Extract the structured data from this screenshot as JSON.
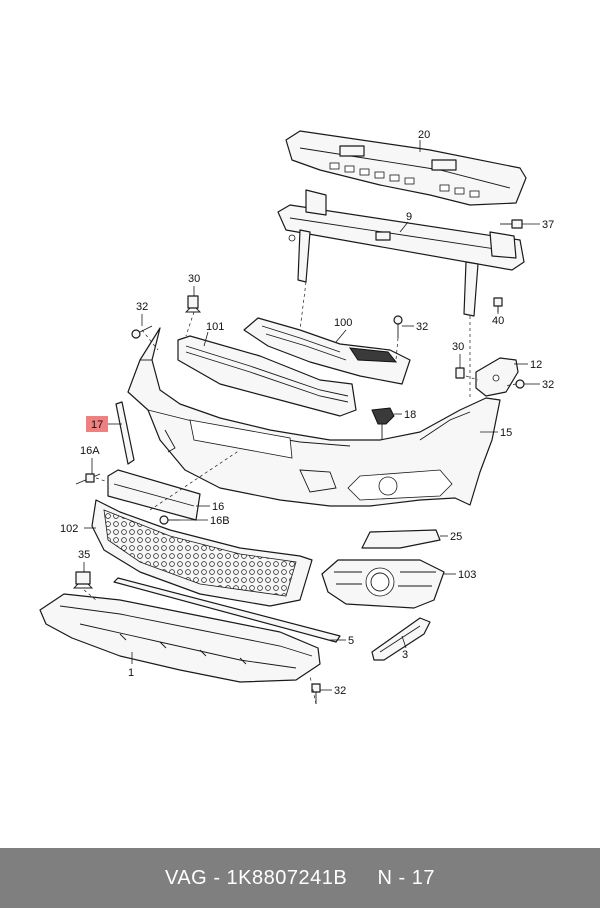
{
  "labels": {
    "l20": "20",
    "l9": "9",
    "l37": "37",
    "l30a": "30",
    "l32a": "32",
    "l101": "101",
    "l100": "100",
    "l32b": "32",
    "l30b": "30",
    "l12": "12",
    "l32c": "32",
    "l40": "40",
    "l17": "17",
    "l18": "18",
    "l15": "15",
    "l16a": "16A",
    "l16": "16",
    "l16b": "16B",
    "l102": "102",
    "l25": "25",
    "l35": "35",
    "l103": "103",
    "l5": "5",
    "l3": "3",
    "l1": "1",
    "l32d": "32"
  },
  "footer": {
    "brand": "VAG",
    "sep1": "-",
    "part_number": "1K8807241B",
    "gap": "   ",
    "position_label": "N",
    "sep2": "-",
    "position_number": "17"
  },
  "colors": {
    "highlight": "#f08080",
    "footer_bg": "#7f7f7f"
  }
}
